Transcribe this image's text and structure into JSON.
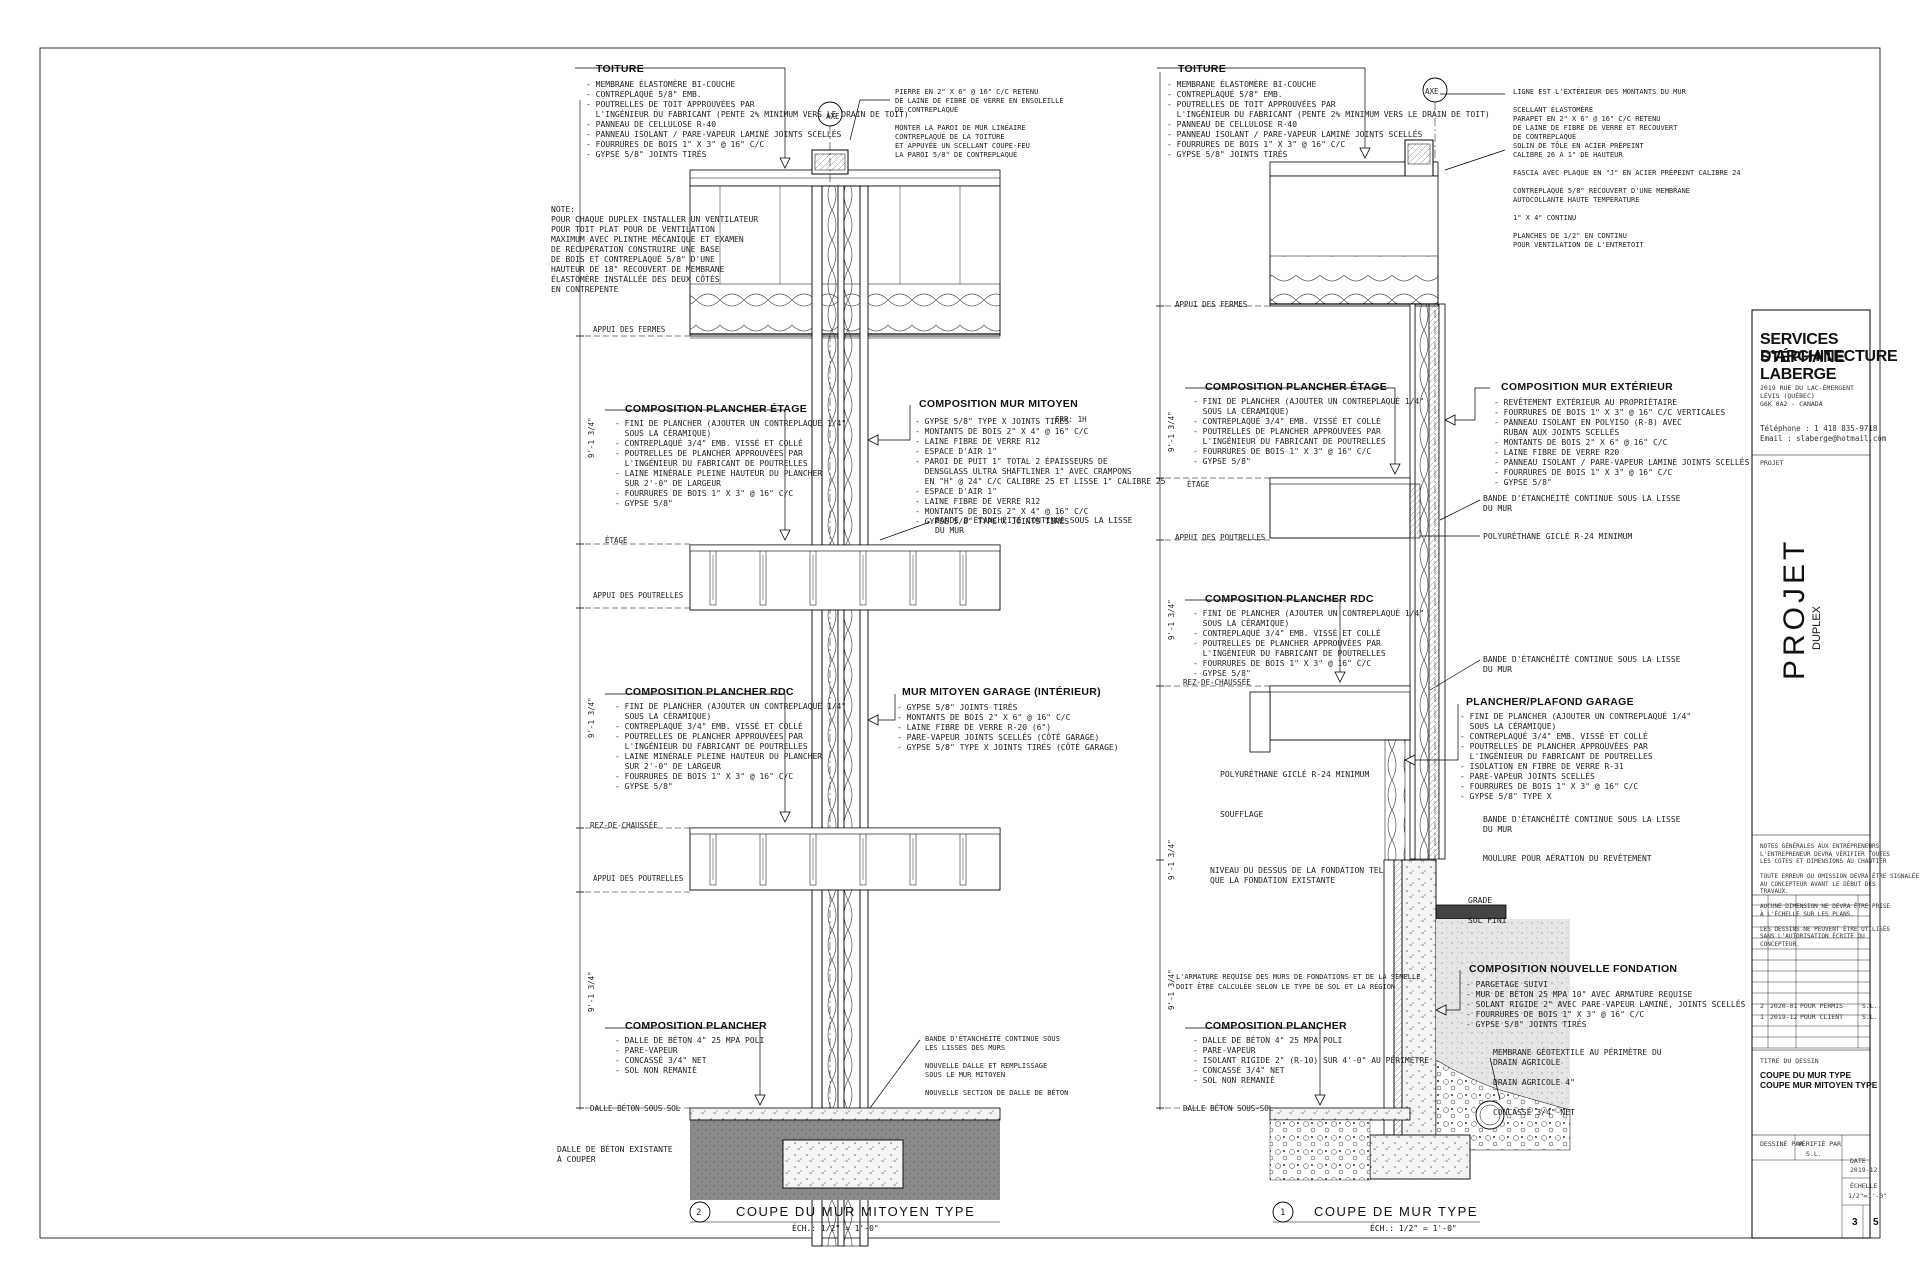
{
  "sheet": {
    "left_section": {
      "axis_label": "AXE",
      "title": "COUPE DU MUR MITOYEN TYPE",
      "number": "2",
      "scale": "ÉCH.: 1/2\" = 1'-0\"",
      "roof": {
        "title": "TOITURE",
        "text": "- MEMBRANE ÉLASTOMÈRE BI-COUCHE\n- CONTREPLAQUÉ 5/8\" EMB.\n- POUTRELLES DE TOIT APPROUVÉES PAR\n  L'INGÉNIEUR DU FABRICANT (PENTE 2% MINIMUM VERS LE DRAIN DE TOIT)\n- PANNEAU DE CELLULOSE R-40\n- PANNEAU ISOLANT / PARE-VAPEUR LAMINÉ JOINTS SCELLÉS\n- FOURRURES DE BOIS 1\" X 3\" @ 16\" C/C\n- GYPSE 5/8\" JOINTS TIRÉS"
      },
      "note": "NOTE:\nPOUR CHAQUE DUPLEX INSTALLER UN VENTILATEUR\nPOUR TOIT PLAT POUR DE VENTILATION\nMAXIMUM AVEC PLINTHE MÉCANIQUE ET EXAMEN\nDE RÉCUPÉRATION CONSTRUIRE UNE BASE\nDE BOIS ET CONTREPLAQUÉ 5/8\" D'UNE\nHAUTEUR DE 18\" RECOUVERT DE MEMBRANE\nÉLASTOMÈRE INSTALLÉE DES DEUX CÔTÉS\nEN CONTREPENTE",
      "parapet_text": "PIERRE EN 2\" X 6\" @ 16\" C/C RETENU\nDE LAINE DE FIBRE DE VERRE EN ENSOLEILLÉ\nDE CONTREPLAQUÉ\n\nMONTER LA PAROI DE MUR LINÉAIRE\nCONTREPLAQUÉ DE LA TOITURE\nET APPUYÉE UN SCELLANT COUPE-FEU\nLA PAROI 5/8\" DE CONTREPLAQUÉ",
      "floor_upper": {
        "title": "COMPOSITION PLANCHER ÉTAGE",
        "text": "- FINI DE PLANCHER (AJOUTER UN CONTREPLAQUÉ 1/4\"\n  SOUS LA CÉRAMIQUE)\n- CONTREPLAQUÉ 3/4\" EMB. VISSÉ ET COLLÉ\n- POUTRELLES DE PLANCHER APPROUVÉES PAR\n  L'INGÉNIEUR DU FABRICANT DE POUTRELLES\n- LAINE MINÉRALE PLEINE HAUTEUR DU PLANCHER\n  SUR 2'-0\" DE LARGEUR\n- FOURRURES DE BOIS 1\" X 3\" @ 16\" C/C\n- GYPSE 5/8\""
      },
      "party_wall": {
        "title": "COMPOSITION MUR MITOYEN",
        "rating": "FRR: 1H",
        "text": "- GYPSE 5/8\" TYPE X JOINTS TIRÉS\n- MONTANTS DE BOIS 2\" X 4\" @ 16\" C/C\n- LAINE FIBRE DE VERRE R12\n- ESPACE D'AIR 1\"\n- PAROI DE PUIT 1\" TOTAL 2 ÉPAISSEURS DE\n  DENSGLASS ULTRA SHAFTLINER 1\" AVEC CRAMPONS\n  EN \"H\" @ 24\" C/C CALIBRE 25 ET LISSE 1\" CALIBRE 25\n- ESPACE D'AIR 1\"\n- LAINE FIBRE DE VERRE R12\n- MONTANTS DE BOIS 2\" X 4\" @ 16\" C/C\n- GYPSE 5/8\" TYPE X JOINTS TIRÉS"
      },
      "firestop": "BANDE D'ÉTANCHÉITÉ CONTINUE SOUS LA LISSE\nDU MUR",
      "floor_rdc": {
        "title": "COMPOSITION PLANCHER RDC",
        "text": "- FINI DE PLANCHER (AJOUTER UN CONTREPLAQUÉ 1/4\"\n  SOUS LA CÉRAMIQUE)\n- CONTREPLAQUÉ 3/4\" EMB. VISSÉ ET COLLÉ\n- POUTRELLES DE PLANCHER APPROUVÉES PAR\n  L'INGÉNIEUR DU FABRICANT DE POUTRELLES\n- LAINE MINÉRALE PLEINE HAUTEUR DU PLANCHER\n  SUR 2'-0\" DE LARGEUR\n- FOURRURES DE BOIS 1\" X 3\" @ 16\" C/C\n- GYPSE 5/8\""
      },
      "garage_wall": {
        "title": "MUR MITOYEN GARAGE (INTÉRIEUR)",
        "text": "- GYPSE 5/8\" JOINTS TIRÉS\n- MONTANTS DE BOIS 2\" X 6\" @ 16\" C/C\n- LAINE FIBRE DE VERRE R-20 (6\")\n- PARE-VAPEUR JOINTS SCELLÉS (CÔTÉ GARAGE)\n- GYPSE 5/8\" TYPE X JOINTS TIRÉS (CÔTÉ GARAGE)"
      },
      "floor_base": {
        "title": "COMPOSITION PLANCHER",
        "text": "- DALLE DE BÉTON 4\" 25 MPA POLI\n- PARE-VAPEUR\n- CONCASSÉ 3/4\" NET\n- SOL NON REMANIÉ"
      },
      "footing_notes": "BANDE D'ÉTANCHÉITÉ CONTINUE SOUS\nLES LISSES DES MURS\n\nNOUVELLE DALLE ET REMPLISSAGE\nSOUS LE MUR MITOYEN\n\nNOUVELLE SECTION DE DALLE DE BÉTON",
      "existing_slab": "DALLE DE BÉTON EXISTANTE\nÀ COUPER",
      "levels": [
        "APPUI DES FERMES",
        "ÉTAGE",
        "APPUI DES POUTRELLES",
        "REZ-DE-CHAUSSÉE",
        "APPUI DES POUTRELLES",
        "DALLE BÉTON SOUS-SOL"
      ],
      "dims": [
        "9'-1 3/4\"",
        "9'-1 3/4\"",
        "9'-1 3/4\""
      ]
    },
    "right_section": {
      "axis_label": "AXE",
      "title": "COUPE DE MUR TYPE",
      "number": "1",
      "scale": "ÉCH.: 1/2\" = 1'-0\"",
      "roof": {
        "title": "TOITURE",
        "text": "- MEMBRANE ÉLASTOMÈRE BI-COUCHE\n- CONTREPLAQUÉ 5/8\" EMB.\n- POUTRELLES DE TOIT APPROUVÉES PAR\n  L'INGÉNIEUR DU FABRICANT (PENTE 2% MINIMUM VERS LE DRAIN DE TOIT)\n- PANNEAU DE CELLULOSE R-40\n- PANNEAU ISOLANT / PARE-VAPEUR LAMINÉ JOINTS SCELLÉS\n- FOURRURES DE BOIS 1\" X 3\" @ 16\" C/C\n- GYPSE 5/8\" JOINTS TIRÉS"
      },
      "parapet_text": "LIGNE EST L'EXTÉRIEUR DES MONTANTS DU MUR\n\nSCELLANT ÉLASTOMÈRE\nPARAPET EN 2\" X 6\" @ 16\" C/C RETENU\nDE LAINE DE FIBRE DE VERRE ET RECOUVERT\nDE CONTREPLAQUÉ\nSOLIN DE TÔLE EN ACIER PRÉPEINT\nCALIBRE 26 À 1\" DE HAUTEUR\n\nFASCIA AVEC PLAQUE EN \"J\" EN ACIER PRÉPEINT CALIBRE 24\n\nCONTREPLAQUÉ 5/8\" RECOUVERT D'UNE MEMBRANE\nAUTOCOLLANTE HAUTE TEMPÉRATURE\n\n1\" X 4\" CONTINU\n\nPLANCHES DE 1/2\" EN CONTINU\nPOUR VENTILATION DE L'ENTRETOIT",
      "floor_upper": {
        "title": "COMPOSITION PLANCHER ÉTAGE",
        "text": "- FINI DE PLANCHER (AJOUTER UN CONTREPLAQUÉ 1/4\"\n  SOUS LA CÉRAMIQUE)\n- CONTREPLAQUÉ 3/4\" EMB. VISSÉ ET COLLÉ\n- POUTRELLES DE PLANCHER APPROUVÉES PAR\n  L'INGÉNIEUR DU FABRICANT DE POUTRELLES\n- FOURRURES DE BOIS 1\" X 3\" @ 16\" C/C\n- GYPSE 5/8\""
      },
      "ext_wall": {
        "title": "COMPOSITION MUR EXTÉRIEUR",
        "text": "- REVÊTEMENT EXTÉRIEUR AU PROPRIÉTAIRE\n- FOURRURES DE BOIS 1\" X 3\" @ 16\" C/C VERTICALES\n- PANNEAU ISOLANT EN POLYISO (R-8) AVEC\n  RUBAN AUX JOINTS SCELLÉS\n- MONTANTS DE BOIS 2\" X 6\" @ 16\" C/C\n- LAINE FIBRE DE VERRE R20\n- PANNEAU ISOLANT / PARE-VAPEUR LAMINÉ JOINTS SCELLÉS\n- FOURRURES DE BOIS 1\" X 3\" @ 16\" C/C\n- GYPSE 5/8\""
      },
      "sill_seal": "BANDE D'ÉTANCHÉITÉ CONTINUE SOUS LA LISSE\nDU MUR",
      "rim_insul": "POLYURÉTHANE GICLÉ R-24 MINIMUM",
      "floor_rdc": {
        "title": "COMPOSITION PLANCHER RDC",
        "text": "- FINI DE PLANCHER (AJOUTER UN CONTREPLAQUÉ 1/4\"\n  SOUS LA CÉRAMIQUE)\n- CONTREPLAQUÉ 3/4\" EMB. VISSÉ ET COLLÉ\n- POUTRELLES DE PLANCHER APPROUVÉES PAR\n  L'INGÉNIEUR DU FABRICANT DE POUTRELLES\n- FOURRURES DE BOIS 1\" X 3\" @ 16\" C/C\n- GYPSE 5/8\""
      },
      "sill_seal2": "BANDE D'ÉTANCHÉITÉ CONTINUE SOUS LA LISSE\nDU MUR",
      "garage_ceiling": {
        "title": "PLANCHER/PLAFOND GARAGE",
        "text": "- FINI DE PLANCHER (AJOUTER UN CONTREPLAQUÉ 1/4\"\n  SOUS LA CÉRAMIQUE)\n- CONTREPLAQUÉ 3/4\" EMB. VISSÉ ET COLLÉ\n- POUTRELLES DE PLANCHER APPROUVÉES PAR\n  L'INGÉNIEUR DU FABRICANT DE POUTRELLES\n- ISOLATION EN FIBRE DE VERRE R-31\n- PARE-VAPEUR JOINTS SCELLÉS\n- FOURRURES DE BOIS 1\" X 3\" @ 16\" C/C\n- GYPSE 5/8\" TYPE X"
      },
      "garage_notes": "POLYURÉTHANE GICLÉ R-24 MINIMUM\n\n\n\nSOUFFLAGE",
      "sill_seal3": "BANDE D'ÉTANCHÉITÉ CONTINUE SOUS LA LISSE\nDU MUR",
      "moulure": "MOULURE POUR AÉRATION DU REVÊTEMENT",
      "foundation_level": "NIVEAU DU DESSUS DE LA FONDATION TEL\nQUE LA FONDATION EXISTANTE",
      "grade": "GRADE\n\nSOL FINI",
      "found_note": "L'ARMATURE REQUISE DES MURS DE FONDATIONS ET DE LA SEMELLE\nDOIT ÊTRE CALCULÉE SELON LE TYPE DE SOL ET LA RÉGION",
      "foundation": {
        "title": "COMPOSITION NOUVELLE FONDATION",
        "text": "- PARGETAGE SUIVI\n- MUR DE BÉTON 25 MPA 10\" AVEC ARMATURE REQUISE\n- SOLANT RIGIDE 2\" AVEC PARE-VAPEUR LAMINÉ, JOINTS SCELLÉS\n- FOURRURES DE BOIS 1\" X 3\" @ 16\" C/C\n- GYPSE 5/8\" JOINTS TIRÉS"
      },
      "floor_base": {
        "title": "COMPOSITION PLANCHER",
        "text": "- DALLE DE BÉTON 4\" 25 MPA POLI\n- PARE-VAPEUR\n- ISOLANT RIGIDE 2\" (R-10) SUR 4'-0\" AU PÉRIMÈTRE\n- CONCASSÉ 3/4\" NET\n- SOL NON REMANIÉ"
      },
      "drain_notes": "MEMBRANE GÉOTEXTILE AU PÉRIMÈTRE DU\nDRAIN AGRICOLE\n\nDRAIN AGRICOLE 4\"\n\n\nCONCASSÉ 3/4\" NET",
      "levels": [
        "APPUI DES FERMES",
        "ÉTAGE",
        "APPUI DES POUTRELLES",
        "REZ-DE-CHAUSSÉE",
        "DALLE BÉTON SOUS-SOL"
      ],
      "dims": [
        "9'-1 3/4\"",
        "9'-1 3/4\"",
        "9'-1 3/4\"",
        "9'-1 3/4\""
      ]
    },
    "title_block": {
      "firm_line1": "SERVICES D'ARCHITECTURE",
      "firm_line2": "STÉPHANE LABERGE",
      "address": "2019 RUE DU LAC-ÉMERGENT\nLÉVIS (QUÉBEC)\nG6K 0A2 - CANADA",
      "contact": "Téléphone : 1 418 835-9718\nEmail : slaberge@hotmail.com",
      "project_label": "PROJET",
      "project": "PROJET",
      "project_sub": "DUPLEX",
      "general_notes": "NOTES GÉNÉRALES AUX ENTREPRENEURS\nL'ENTREPRENEUR DEVRA VÉRIFIER TOUTES\nLES COTES ET DIMENSIONS AU CHANTIER\n\nTOUTE ERREUR OU OMISSION DEVRA ÊTRE SIGNALÉE\nAU CONCEPTEUR AVANT LE DÉBUT DES\nTRAVAUX.\n\nAUCUNE DIMENSION NE DEVRA ÊTRE PRISE\nÀ L'ÉCHELLE SUR LES PLANS.\n\nLES DESSINS NE PEUVENT ÊTRE UTILISÉS\nSANS L'AUTORISATION ÉCRITE DU\nCONCEPTEUR.",
      "revisions": [
        {
          "no": "2",
          "date": "2020-01",
          "desc": "POUR PERMIS",
          "by": "S.L."
        },
        {
          "no": "1",
          "date": "2019-12",
          "desc": "POUR CLIENT",
          "by": "S.L."
        }
      ],
      "drawing_label": "TITRE DU DESSIN",
      "drawing_title": "COUPE DU MUR TYPE\nCOUPE MUR MITOYEN TYPE",
      "drawn_by_label": "DESSINÉ PAR",
      "checked_label": "VÉRIFIÉ PAR",
      "checked_by": "S.L.",
      "date_label": "DATE",
      "date": "2019-12",
      "scale_label": "ÉCHELLE",
      "scale": "1/2\"=1'-0\"",
      "sheet_no": "3",
      "sheet_total": "5"
    }
  }
}
